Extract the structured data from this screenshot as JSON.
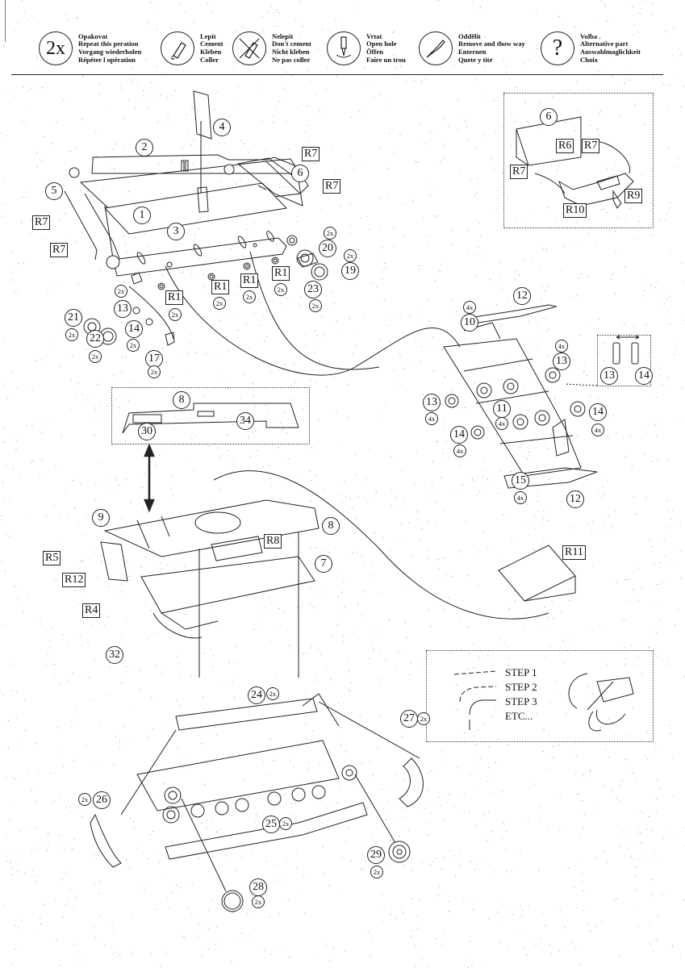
{
  "legend": {
    "items": [
      {
        "icon": "repeat-2x-icon",
        "icon_text": "2x",
        "lines": [
          "Opakovat",
          "Repeat this peration",
          "Vorgang wiederholen",
          "Répéter l opération"
        ]
      },
      {
        "icon": "cement-glue-tube-icon",
        "lines": [
          "Lepit",
          "Cement",
          "Kleben",
          "Coller"
        ]
      },
      {
        "icon": "no-cement-icon",
        "lines": [
          "Nelepit",
          "Don't cement",
          "Nicht kleben",
          "Ne pas coller"
        ]
      },
      {
        "icon": "drill-hole-icon",
        "lines": [
          "Vrtat",
          "Open hole",
          "Öffen",
          "Faire un trou"
        ]
      },
      {
        "icon": "knife-cut-icon",
        "lines": [
          "Oddělit",
          "Remove and thow way",
          "Enternen",
          "Quete y tite"
        ]
      },
      {
        "icon": "question-mark-icon",
        "icon_text": "?",
        "lines": [
          "Volba .",
          "Alternative part",
          "Auswahlmaglichkeit",
          "Choix"
        ]
      }
    ]
  },
  "parts": {
    "p1": "1",
    "p2": "2",
    "p3": "3",
    "p4": "4",
    "p5": "5",
    "p6": "6",
    "p6b": "6",
    "p7": "7",
    "p8a": "8",
    "p8b": "8",
    "p9": "9",
    "p10": "10",
    "p11": "11",
    "p12a": "12",
    "p12b": "12",
    "p13a": "13",
    "p13b": "13",
    "p13c": "13",
    "p13d": "13",
    "p14a": "14",
    "p14b": "14",
    "p14c": "14",
    "p14d": "14",
    "p15": "15",
    "p17": "17",
    "p19": "19",
    "p20": "20",
    "p21": "21",
    "p22": "22",
    "p23": "23",
    "p24": "24",
    "p25": "25",
    "p26": "26",
    "p27": "27",
    "p28": "28",
    "p29": "29",
    "p30": "30",
    "p32": "32",
    "p34": "34"
  },
  "quantities": {
    "x2": "2x",
    "x4": "4x"
  },
  "resin_parts": {
    "r1": "R1",
    "r4": "R4",
    "r5": "R5",
    "r6": "R6",
    "r7": "R7",
    "r8": "R8",
    "r9": "R9",
    "r10": "R10",
    "r11": "R11",
    "r12": "R12"
  },
  "step_legend": {
    "steps": [
      "STEP 1",
      "STEP 2",
      "STEP 3",
      "ETC..."
    ]
  }
}
